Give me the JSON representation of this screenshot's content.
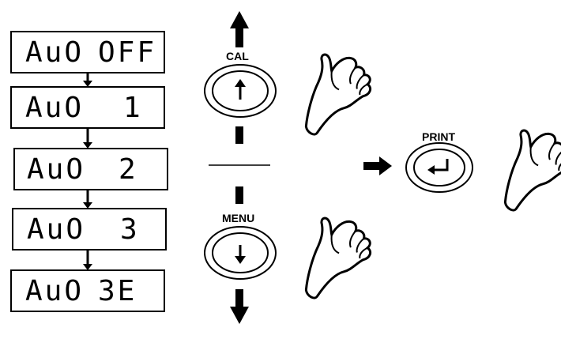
{
  "displays": [
    {
      "left": "AuO",
      "right": "OFF"
    },
    {
      "left": "AuO",
      "right": "1"
    },
    {
      "left": "AuO",
      "right": "2"
    },
    {
      "left": "AuO",
      "right": "3"
    },
    {
      "left": "AuO",
      "right": "3E"
    }
  ],
  "buttons": {
    "cal": {
      "label": "CAL",
      "glyph": "↑"
    },
    "menu": {
      "label": "MENU",
      "glyph": "↓"
    },
    "print": {
      "label": "PRINT",
      "glyph": "↵"
    }
  }
}
